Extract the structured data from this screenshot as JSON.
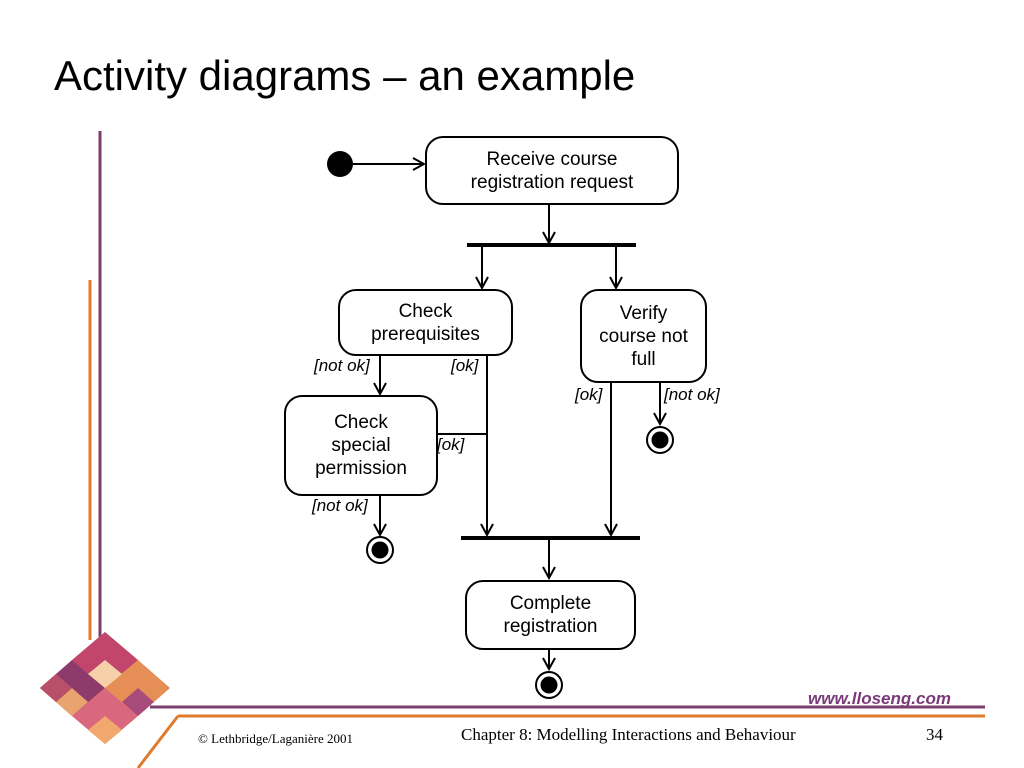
{
  "slide": {
    "title": "Activity diagrams – an example",
    "page_number": "34"
  },
  "diagram": {
    "activities": {
      "receive": "Receive course\nregistration request",
      "check_prereq": "Check\nprerequisites",
      "verify": "Verify\ncourse not\nfull",
      "special": "Check\nspecial\npermission",
      "complete": "Complete\nregistration"
    },
    "guards": {
      "prereq_not_ok": "[not ok]",
      "prereq_ok": "[ok]",
      "verify_ok": "[ok]",
      "verify_not_ok": "[not ok]",
      "special_ok": "[ok]",
      "special_not_ok": "[not ok]"
    }
  },
  "footer": {
    "copyright": "© Lethbridge/Laganière 2001",
    "chapter": "Chapter 8: Modelling Interactions and Behaviour",
    "website": "www.lloseng.com"
  },
  "colors": {
    "accent_orange": "#E07A2E",
    "accent_purple": "#7B3F6E",
    "website_color": "#7A3A7A"
  }
}
